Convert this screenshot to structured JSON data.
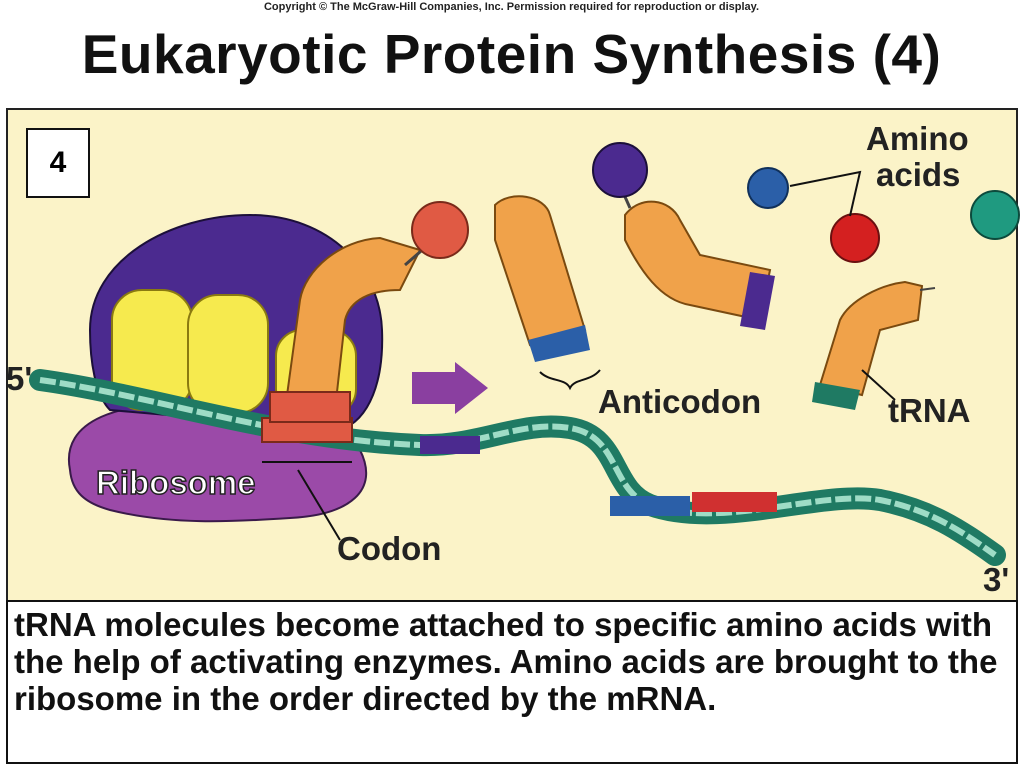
{
  "copyright": "Copyright © The McGraw-Hill Companies, Inc. Permission required for reproduction or display.",
  "title": "Eukaryotic Protein Synthesis (4)",
  "step_number": "4",
  "labels": {
    "five_prime": "5'",
    "three_prime": "3'",
    "amino_acids_line1": "Amino",
    "amino_acids_line2": "acids",
    "anticodon": "Anticodon",
    "trna": "tRNA",
    "ribosome": "Ribosome",
    "codon": "Codon"
  },
  "caption": "tRNA molecules become attached to specific amino acids with the help of activating enzymes. Amino acids are brought to the ribosome in the order directed by the mRNA.",
  "colors": {
    "background": "#fbf3c8",
    "ribosome_large": "#4b2a8f",
    "ribosome_small": "#9b4aa8",
    "ribosome_yellow": "#f6ea4e",
    "trna": "#f0a24a",
    "mrna": "#1f7a63",
    "codon_red": "#e05a44",
    "anticodon_blue": "#2b5fa8",
    "arrow": "#8a3fa0"
  }
}
